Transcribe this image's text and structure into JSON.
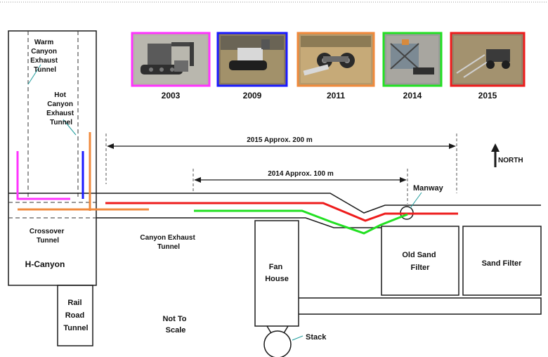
{
  "labels": {
    "warm_canyon": [
      "Warm",
      "Canyon",
      "Exhaust",
      "Tunnel"
    ],
    "hot_canyon": [
      "Hot",
      "Canyon",
      "Exhaust",
      "Tunnel"
    ],
    "crossover": [
      "Crossover",
      "Tunnel"
    ],
    "h_canyon": "H-Canyon",
    "rail_road": [
      "Rail",
      "Road",
      "Tunnel"
    ],
    "not_to_scale": [
      "Not To",
      "Scale"
    ],
    "canyon_exhaust": [
      "Canyon Exhaust",
      "Tunnel"
    ],
    "fan_house": [
      "Fan",
      "House"
    ],
    "stack": "Stack",
    "manway": "Manway",
    "old_sand_filter": [
      "Old Sand",
      "Filter"
    ],
    "sand_filter": "Sand Filter",
    "north": "NORTH"
  },
  "measures": {
    "m2015": "2015 Approx. 200 m",
    "m2014": "2014 Approx. 100 m"
  },
  "photos": [
    {
      "year": "2003",
      "frame_color": "#ff33ff",
      "subject": "tracked-robot-photo"
    },
    {
      "year": "2009",
      "frame_color": "#1a1aff",
      "subject": "crawler-robot-photo"
    },
    {
      "year": "2011",
      "frame_color": "#f08a3c",
      "subject": "wheeled-robot-photo"
    },
    {
      "year": "2014",
      "frame_color": "#22e022",
      "subject": "drum-robot-photo"
    },
    {
      "year": "2015",
      "frame_color": "#ee1c1c",
      "subject": "crawler-cart-photo"
    }
  ],
  "colors": {
    "path_2003": "#ff33ff",
    "path_2009": "#1a1aff",
    "path_2011": "#f08a3c",
    "path_2014": "#22e022",
    "path_2015": "#ee1c1c",
    "outline": "#1a1a1a"
  }
}
